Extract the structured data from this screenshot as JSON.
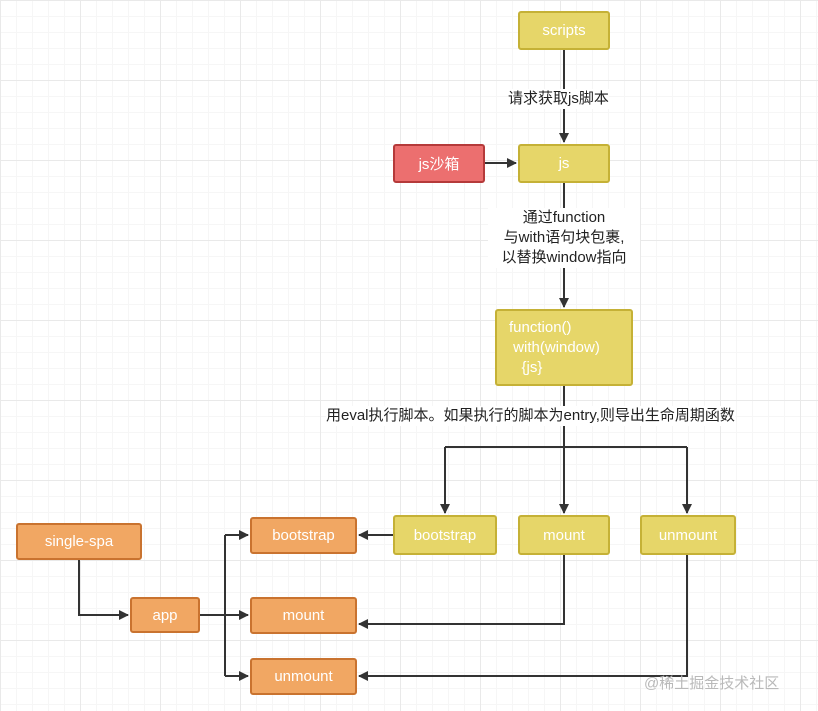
{
  "nodes": {
    "scripts": "scripts",
    "js": "js",
    "js_sandbox": "js沙箱",
    "wrapped_lines": [
      "function()",
      " with(window)",
      "   {js}"
    ],
    "bootstrap_export": "bootstrap",
    "mount_export": "mount",
    "unmount_export": "unmount",
    "single_spa": "single-spa",
    "app": "app",
    "bootstrap_app": "bootstrap",
    "mount_app": "mount",
    "unmount_app": "unmount"
  },
  "edge_labels": {
    "fetch_js": "请求获取js脚本",
    "wrap_lines": [
      "通过function",
      "与with语句块包裹,",
      "以替换window指向"
    ],
    "eval_note": "用eval执行脚本。如果执行的脚本为entry,则导出生命周期函数"
  },
  "watermark": "@稀土掘金技术社区",
  "colors": {
    "yellow_fill": "#e6d669",
    "red_fill": "#ec6f6f",
    "orange_fill": "#f1a763",
    "edge": "#333333"
  }
}
